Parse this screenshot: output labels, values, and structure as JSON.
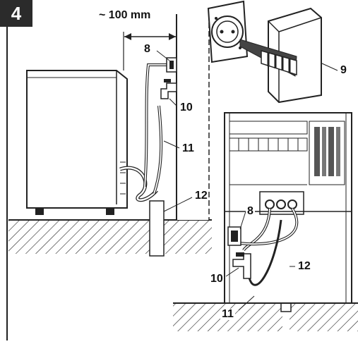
{
  "figure": {
    "step_number": "4",
    "distance_label": "~ 100 mm",
    "callouts": {
      "c8_left": "8",
      "c9": "9",
      "c10_left": "10",
      "c11_left": "11",
      "c12_left": "12",
      "c8_right": "8",
      "c10_right": "10",
      "c11_right": "11",
      "c12_right": "12"
    }
  }
}
